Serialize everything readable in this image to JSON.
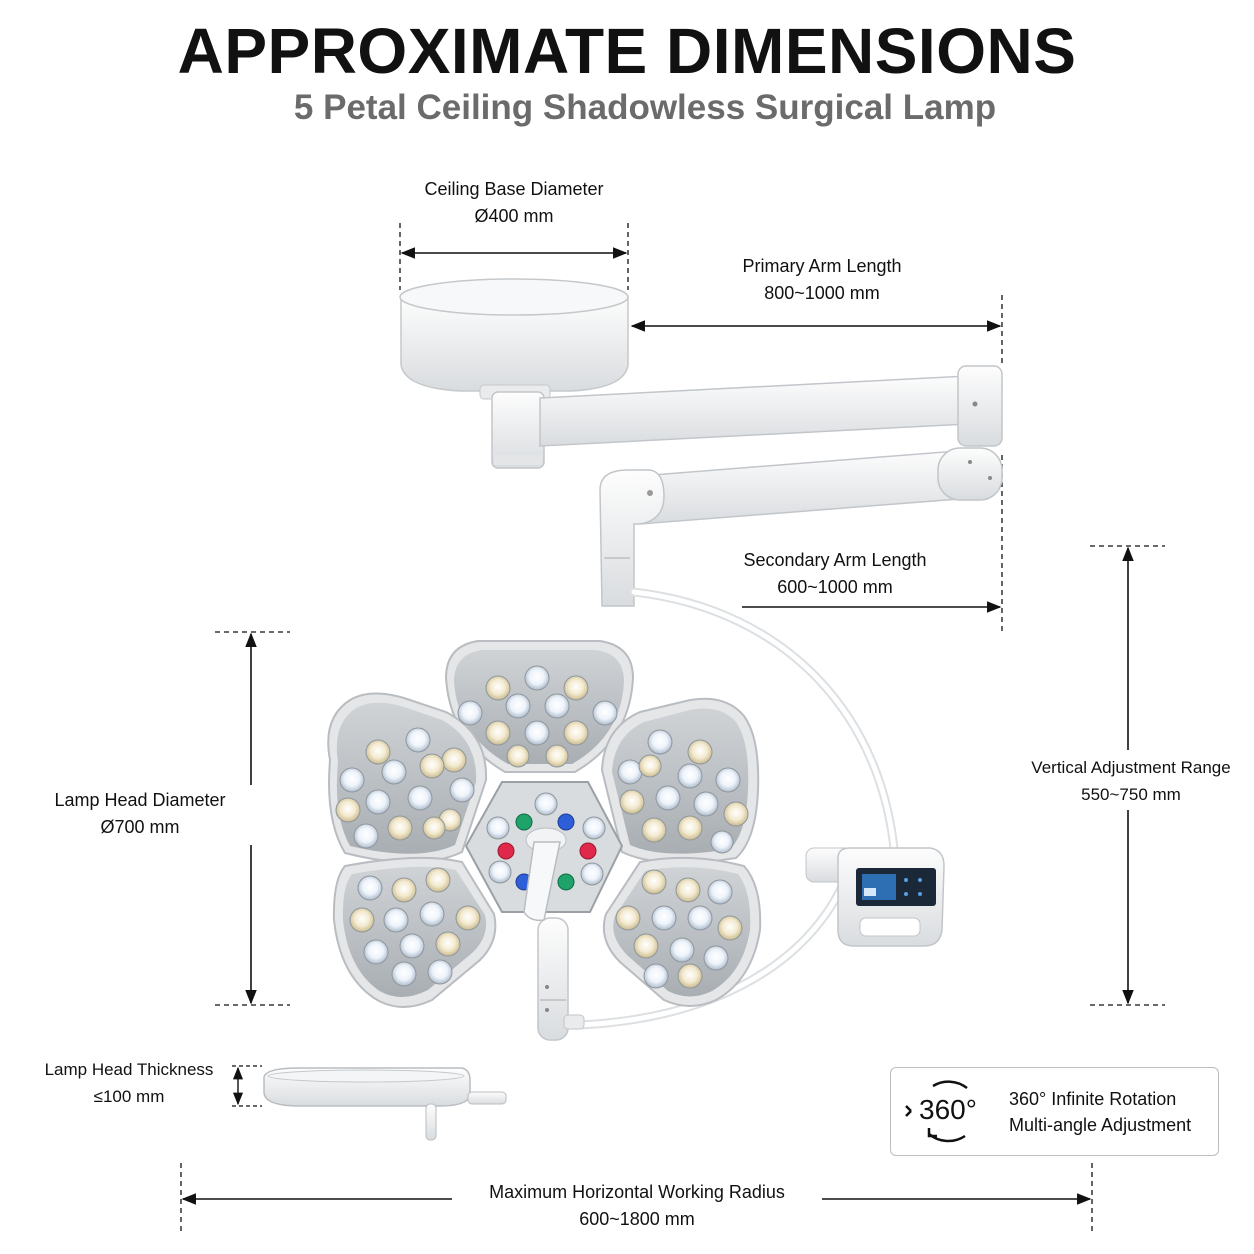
{
  "header": {
    "title": "APPROXIMATE DIMENSIONS",
    "subtitle": "5 Petal Ceiling Shadowless Surgical Lamp"
  },
  "dimensions": {
    "ceiling_base": {
      "label": "Ceiling Base Diameter",
      "value": "Ø400 mm"
    },
    "primary_arm": {
      "label": "Primary Arm Length",
      "value": "800~1000 mm"
    },
    "secondary_arm": {
      "label": "Secondary Arm Length",
      "value": "600~1000 mm"
    },
    "vertical_range": {
      "label": "Vertical Adjustment Range",
      "value": "550~750 mm"
    },
    "lamp_head_diameter": {
      "label": "Lamp Head Diameter",
      "value": "Ø700 mm"
    },
    "lamp_head_thickness": {
      "label": "Lamp Head Thickness",
      "value": "≤100 mm"
    },
    "working_radius": {
      "label": "Maximum Horizontal Working Radius",
      "value": "600~1800 mm"
    }
  },
  "rotation_badge": {
    "icon": "rotation-360-icon",
    "icon_text": "360°",
    "line1": "360° Infinite Rotation",
    "line2": "Multi-angle Adjustment"
  },
  "colors": {
    "led_warm": "#efe3b8",
    "led_cool": "#e8f0f8",
    "indicator_green": "#1fa36a",
    "indicator_blue": "#2f5fd8",
    "indicator_red": "#e0284a"
  }
}
